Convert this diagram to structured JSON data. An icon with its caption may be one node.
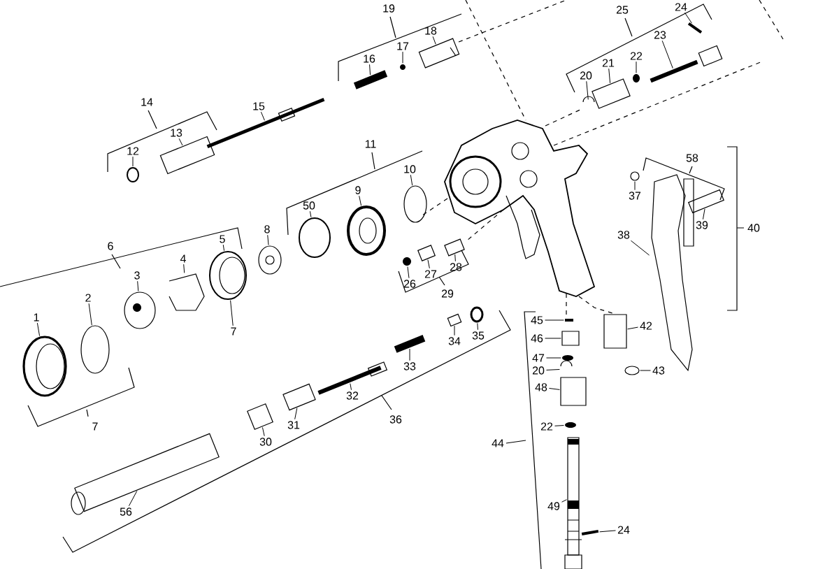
{
  "diagram": {
    "nodes": [
      {
        "text": [
          "17"
        ]
      },
      {
        "text": [
          "16"
        ]
      },
      {
        "text": [
          "18"
        ]
      },
      {
        "text": [
          "24"
        ]
      },
      {
        "text": [
          "23"
        ]
      },
      {
        "text": [
          "22"
        ]
      },
      {
        "text": [
          "21"
        ]
      },
      {
        "text": [
          "20"
        ]
      },
      {
        "text": [
          "15"
        ]
      },
      {
        "text": [
          "13"
        ]
      },
      {
        "text": [
          "12"
        ]
      },
      {
        "text": [
          "10"
        ]
      },
      {
        "text": [
          "9"
        ]
      },
      {
        "text": [
          "50"
        ]
      },
      {
        "text": [
          "37"
        ]
      },
      {
        "text": [
          "39"
        ]
      },
      {
        "text": [
          "38"
        ]
      },
      {
        "text": [
          "8"
        ]
      },
      {
        "text": [
          "5"
        ]
      },
      {
        "text": [
          "4"
        ]
      },
      {
        "text": [
          "3"
        ]
      },
      {
        "text": [
          "2"
        ]
      },
      {
        "text": [
          "1"
        ]
      },
      {
        "text": [
          "7"
        ]
      },
      {
        "text": [
          "26"
        ]
      },
      {
        "text": [
          "27"
        ]
      },
      {
        "text": [
          "28"
        ]
      },
      {
        "text": [
          "45"
        ]
      },
      {
        "text": [
          "42"
        ]
      },
      {
        "text": [
          "46"
        ]
      },
      {
        "text": [
          "34"
        ]
      },
      {
        "text": [
          "35"
        ]
      },
      {
        "text": [
          "47"
        ]
      },
      {
        "text": [
          "33"
        ]
      },
      {
        "text": [
          "20"
        ]
      },
      {
        "text": [
          "43"
        ]
      },
      {
        "text": [
          "48"
        ]
      },
      {
        "text": [
          "32"
        ]
      },
      {
        "text": [
          "22"
        ]
      },
      {
        "text": [
          "31"
        ]
      },
      {
        "text": [
          "30"
        ]
      },
      {
        "text": [
          "49"
        ]
      },
      {
        "text": [
          "56"
        ]
      },
      {
        "text": [
          "24"
        ]
      },
      {
        "text": [],
        "shape": "circle"
      },
      {
        "text": [],
        "shape": "box"
      },
      {
        "text": [],
        "shape": "picture"
      },
      {
        "text": [],
        "shape": "box"
      },
      {
        "text": [],
        "shape": "picture"
      },
      {
        "text": [],
        "shape": "circle"
      },
      {
        "text": [],
        "shape": "box"
      },
      {
        "text": [],
        "shape": "picture"
      },
      {
        "text": [],
        "shape": "picture"
      },
      {
        "text": [],
        "shape": "box"
      },
      {
        "text": [],
        "shape": "circle"
      },
      {
        "text": [],
        "shape": "circle"
      },
      {
        "text": [],
        "shape": "picture"
      },
      {
        "text": [],
        "shape": "circle"
      },
      {
        "text": [],
        "shape": "circle"
      },
      {
        "text": [],
        "shape": "box"
      },
      {
        "text": [],
        "shape": "picture"
      },
      {
        "text": [],
        "shape": "picture"
      },
      {
        "text": [],
        "shape": "picture"
      },
      {
        "text": [],
        "shape": "picture"
      },
      {
        "text": [],
        "shape": "picture"
      },
      {
        "text": [],
        "shape": "circle"
      },
      {
        "text": [],
        "shape": "picture"
      },
      {
        "text": [],
        "shape": "circle"
      },
      {
        "text": [],
        "shape": "box"
      },
      {
        "text": [],
        "shape": "box"
      },
      {
        "text": [],
        "shape": "box"
      },
      {
        "text": [],
        "shape": "box"
      },
      {
        "text": [],
        "shape": "box"
      },
      {
        "text": [],
        "shape": "box"
      },
      {
        "text": [],
        "shape": "circle"
      },
      {
        "text": [],
        "shape": "circle"
      },
      {
        "text": [],
        "shape": "box"
      },
      {
        "text": [],
        "shape": "picture"
      },
      {
        "text": [],
        "shape": "circle"
      },
      {
        "text": [],
        "shape": "box"
      },
      {
        "text": [],
        "shape": "picture"
      },
      {
        "text": [],
        "shape": "circle"
      },
      {
        "text": [],
        "shape": "box"
      },
      {
        "text": [],
        "shape": "box"
      },
      {
        "text": [],
        "shape": "picture"
      },
      {
        "text": [],
        "shape": "picture"
      },
      {
        "text": [],
        "shape": "box"
      }
    ],
    "edges": [
      {
        "from": 0,
        "to": 44,
        "arrow": "none"
      },
      {
        "from": 1,
        "to": 45,
        "arrow": "none"
      },
      {
        "from": 2,
        "to": 46,
        "arrow": "none"
      },
      {
        "from": 3,
        "to": 47,
        "arrow": "none"
      },
      {
        "from": 4,
        "to": 48,
        "arrow": "none"
      },
      {
        "from": 5,
        "to": 49,
        "arrow": "none"
      },
      {
        "from": 6,
        "to": 50,
        "arrow": "none"
      },
      {
        "from": 7,
        "to": 51,
        "arrow": "none"
      },
      {
        "from": 8,
        "to": 52,
        "arrow": "none"
      },
      {
        "from": 9,
        "to": 53,
        "arrow": "none"
      },
      {
        "from": 10,
        "to": 54,
        "arrow": "none"
      },
      {
        "from": 11,
        "to": 55,
        "arrow": "none"
      },
      {
        "from": 12,
        "to": 56,
        "arrow": "none"
      },
      {
        "from": 13,
        "to": 57,
        "arrow": "none"
      },
      {
        "from": 14,
        "to": 58,
        "arrow": "none"
      },
      {
        "from": 15,
        "to": 59,
        "arrow": "none"
      },
      {
        "from": 16,
        "to": 60,
        "arrow": "none"
      },
      {
        "from": 17,
        "to": 61,
        "arrow": "none"
      },
      {
        "from": 18,
        "to": 62,
        "arrow": "none"
      },
      {
        "from": 19,
        "to": 63,
        "arrow": "none"
      },
      {
        "from": 20,
        "to": 64,
        "arrow": "none"
      },
      {
        "from": 21,
        "to": 65,
        "arrow": "none"
      },
      {
        "from": 22,
        "to": 66,
        "arrow": "none"
      },
      {
        "from": 23,
        "to": 62,
        "arrow": "none"
      },
      {
        "from": 24,
        "to": 67,
        "arrow": "none"
      },
      {
        "from": 25,
        "to": 68,
        "arrow": "none"
      },
      {
        "from": 26,
        "to": 69,
        "arrow": "none"
      },
      {
        "from": 27,
        "to": 70,
        "arrow": "none"
      },
      {
        "from": 28,
        "to": 71,
        "arrow": "none"
      },
      {
        "from": 29,
        "to": 72,
        "arrow": "none"
      },
      {
        "from": 30,
        "to": 73,
        "arrow": "none"
      },
      {
        "from": 31,
        "to": 74,
        "arrow": "none"
      },
      {
        "from": 32,
        "to": 75,
        "arrow": "none"
      },
      {
        "from": 33,
        "to": 76,
        "arrow": "none"
      },
      {
        "from": 34,
        "to": 77,
        "arrow": "none"
      },
      {
        "from": 35,
        "to": 78,
        "arrow": "none"
      },
      {
        "from": 36,
        "to": 79,
        "arrow": "none"
      },
      {
        "from": 37,
        "to": 80,
        "arrow": "none"
      },
      {
        "from": 38,
        "to": 81,
        "arrow": "none"
      },
      {
        "from": 39,
        "to": 82,
        "arrow": "none"
      },
      {
        "from": 40,
        "to": 83,
        "arrow": "none"
      },
      {
        "from": 41,
        "to": 84,
        "arrow": "none"
      },
      {
        "from": 42,
        "to": 85,
        "arrow": "none"
      },
      {
        "from": 43,
        "to": 86,
        "arrow": "none"
      }
    ],
    "labels": [
      "19",
      "25",
      "14",
      "11",
      "58",
      "40",
      "6",
      "29",
      "36",
      "7",
      "44"
    ]
  }
}
